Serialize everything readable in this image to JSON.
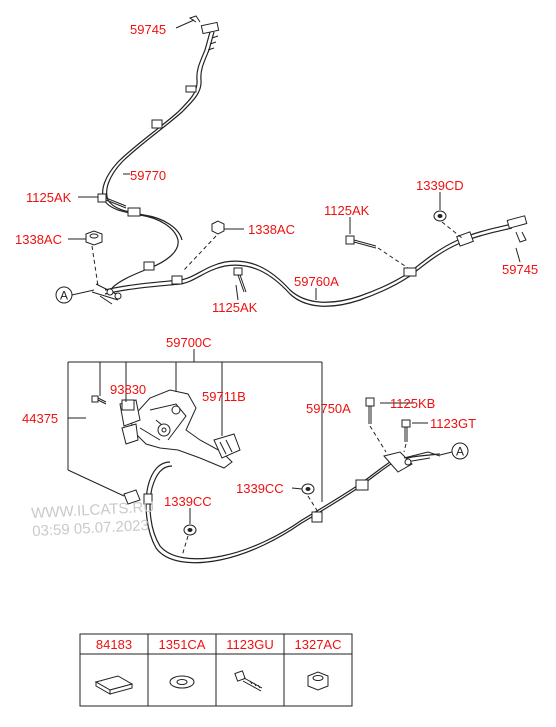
{
  "callouts": {
    "c59745_top": "59745",
    "c59770": "59770",
    "c1125AK_left": "1125AK",
    "c1338AC_left": "1338AC",
    "c1338AC_mid": "1338AC",
    "c1125AK_mid": "1125AK",
    "c1339CD": "1339CD",
    "c1125AK_right": "1125AK",
    "c59760A": "59760A",
    "c59745_right": "59745",
    "c59700C": "59700C",
    "c93830": "93830",
    "c59711B": "59711B",
    "c44375": "44375",
    "c59750A": "59750A",
    "c1125KB": "1125KB",
    "c1123GT": "1123GT",
    "c1339CC_mid": "1339CC",
    "c1339CC_left": "1339CC"
  },
  "markers": {
    "marker_a_top": "A",
    "marker_a_bottom": "A"
  },
  "watermark": {
    "line1": "WWW.ILCATS.RU",
    "line2": "03:59 05.07.2023"
  },
  "parts_table": {
    "headers": [
      "84183",
      "1351CA",
      "1123GU",
      "1327AC"
    ],
    "icons": [
      "pad-icon",
      "washer-icon",
      "bolt-icon",
      "nut-icon"
    ]
  },
  "colors": {
    "label": "#ee1111",
    "line": "#222222",
    "watermark": "#c9c9c9"
  }
}
